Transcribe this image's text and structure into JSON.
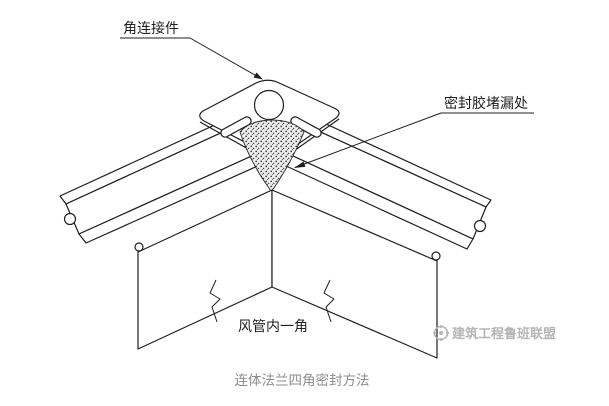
{
  "page": {
    "background": "#ffffff"
  },
  "diagram": {
    "labels": {
      "corner_connector": "角连接件",
      "sealant": "密封胶堵漏处",
      "duct_inner_corner": "风管内一角"
    },
    "caption": "连体法兰四角密封方法",
    "watermark": {
      "text": "建筑工程鲁班联盟",
      "icon": "luban-logo-icon"
    },
    "colors": {
      "line": "#1f1f1f",
      "caption": "#8c8c8c",
      "watermark": "#b5b5b5",
      "sealant_dots": "#3a3a3a"
    }
  }
}
